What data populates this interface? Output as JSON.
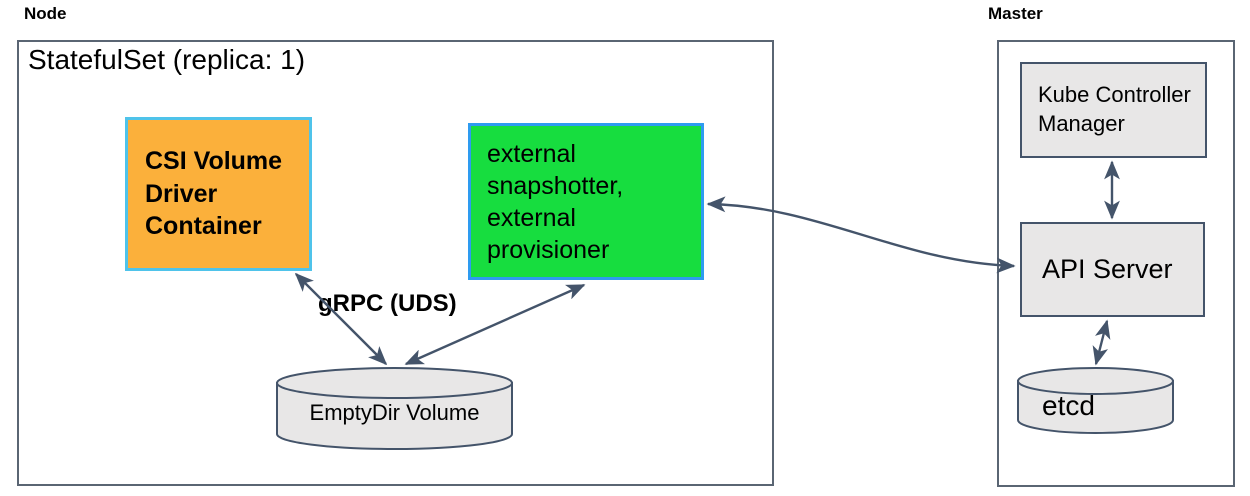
{
  "node": {
    "label": "Node",
    "statefulset_title": "StatefulSet (replica: 1)",
    "csi_container": "CSI Volume Driver Container",
    "sidecars": "external snapshotter, external provisioner",
    "grpc_label": "gRPC (UDS)",
    "emptydir": "EmptyDir Volume"
  },
  "master": {
    "label": "Master",
    "kube_controller_manager": "Kube Controller Manager",
    "api_server": "API Server",
    "etcd": "etcd"
  },
  "colors": {
    "csi-fill": "#FBB03B",
    "csi-border": "#4FC3EA",
    "sidecar-fill": "#17DD3F",
    "sidecar-border": "#2E9BF0",
    "gray-fill": "#E8E7E7",
    "stroke": "#44546A",
    "frame-border": "#5A6573",
    "text": "#000000"
  }
}
